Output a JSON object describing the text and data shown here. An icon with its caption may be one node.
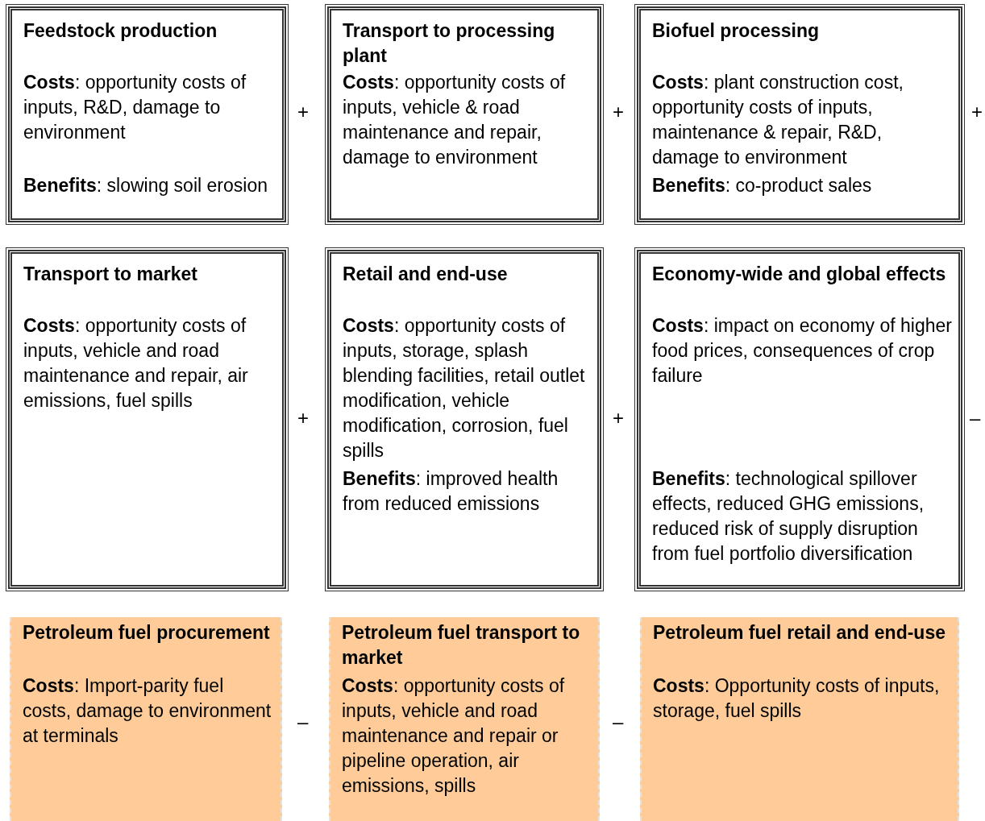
{
  "diagram": {
    "nodes": [
      {
        "text": [
          "Feedstock production",
          "**Costs**: opportunity costs of inputs, R&D, damage to environment",
          "**Benefits**: slowing soil erosion"
        ]
      },
      {
        "text": [
          "Transport to processing plant",
          "**Costs**: opportunity costs of inputs, vehicle & road maintenance and repair, damage to environment"
        ]
      },
      {
        "text": [
          "Biofuel processing",
          "**Costs**: plant construction cost, opportunity costs of inputs, maintenance & repair, R&D, damage to environment",
          "**Benefits**: co-product sales"
        ]
      },
      {
        "text": [
          "Transport to market",
          "**Costs**: opportunity costs of inputs, vehicle and road maintenance and repair, air emissions, fuel spills"
        ]
      },
      {
        "text": [
          "Retail and end-use",
          "**Costs**: opportunity costs of inputs, storage, splash blending facilities, retail outlet modification, vehicle modification, corrosion, fuel spills",
          "**Benefits**: improved health from reduced emissions"
        ]
      },
      {
        "text": [
          "Economy-wide and global effects",
          "**Costs**: impact on economy of higher food prices, consequences of crop failure",
          "**Benefits**: technological spillover effects, reduced GHG emissions, reduced risk of supply disruption from fuel portfolio diversification"
        ]
      },
      {
        "text": [
          "Petroleum fuel procurement",
          "**Costs**: Import-parity fuel costs, damage to environment at terminals"
        ]
      },
      {
        "text": [
          "Petroleum fuel transport to market",
          "**Costs**: opportunity costs of inputs, vehicle and road maintenance and repair or pipeline operation, air emissions, spills"
        ]
      },
      {
        "text": [
          "Petroleum fuel retail and end-use",
          "**Costs**: Opportunity costs of inputs, storage, fuel spills"
        ]
      }
    ],
    "labels": [
      "+",
      "+",
      "+",
      "+",
      "+",
      "–",
      "–",
      "–"
    ]
  }
}
